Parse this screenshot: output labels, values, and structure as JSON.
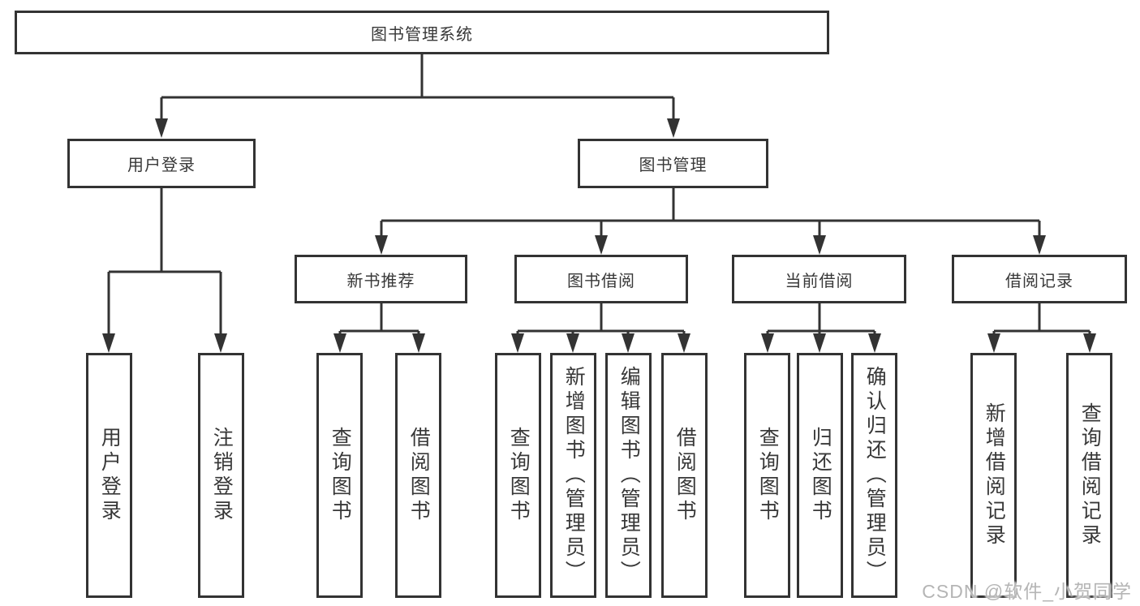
{
  "nodes": {
    "root": "图书管理系统",
    "user_login": "用户登录",
    "book_mgmt": "图书管理",
    "new_book_rec": "新书推荐",
    "book_borrow": "图书借阅",
    "current_borrow": "当前借阅",
    "borrow_record": "借阅记录"
  },
  "leaves": {
    "login": "用户登录",
    "logout": "注销登录",
    "rec_query": "查询图书",
    "rec_borrow": "借阅图书",
    "bb_query": "查询图书",
    "bb_add": "新增图书（管理员）",
    "bb_edit": "编辑图书（管理员）",
    "bb_borrow": "借阅图书",
    "cb_query": "查询图书",
    "cb_return": "归还图书",
    "cb_confirm": "确认归还（管理员）",
    "br_add": "新增借阅记录",
    "br_query": "查询借阅记录"
  },
  "watermark": "CSDN @软件_小贺同学",
  "colors": {
    "line": "#333333",
    "text": "#383838",
    "box_background": "#ffffff",
    "watermark": "#b5b5b5",
    "background": "#ffffff"
  }
}
